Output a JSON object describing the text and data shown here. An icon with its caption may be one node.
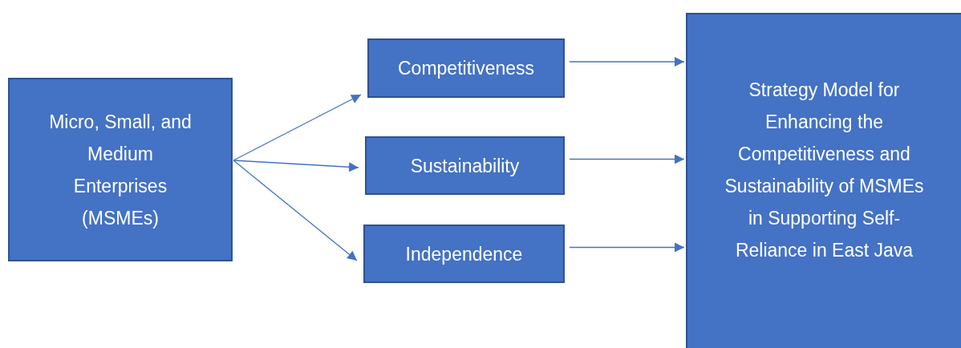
{
  "diagram": {
    "nodes": [
      {
        "text": [
          "Micro, Small, and Medium Enterprises (MSMEs)"
        ]
      },
      {
        "text": [
          "Competitiveness"
        ]
      },
      {
        "text": [
          "Sustainability"
        ]
      },
      {
        "text": [
          "Independence"
        ]
      },
      {
        "text": [
          "Strategy Model for Enhancing the Competitiveness and Sustainability of MSMEs in Supporting Self-Reliance in East Java"
        ]
      }
    ],
    "edges": [
      {
        "from": 0,
        "to": 1,
        "arrow": "to"
      },
      {
        "from": 0,
        "to": 2,
        "arrow": "to"
      },
      {
        "from": 0,
        "to": 3,
        "arrow": "to"
      },
      {
        "from": 1,
        "to": 4,
        "arrow": "to"
      },
      {
        "from": 2,
        "to": 4,
        "arrow": "to"
      },
      {
        "from": 3,
        "to": 4,
        "arrow": "to"
      }
    ]
  }
}
